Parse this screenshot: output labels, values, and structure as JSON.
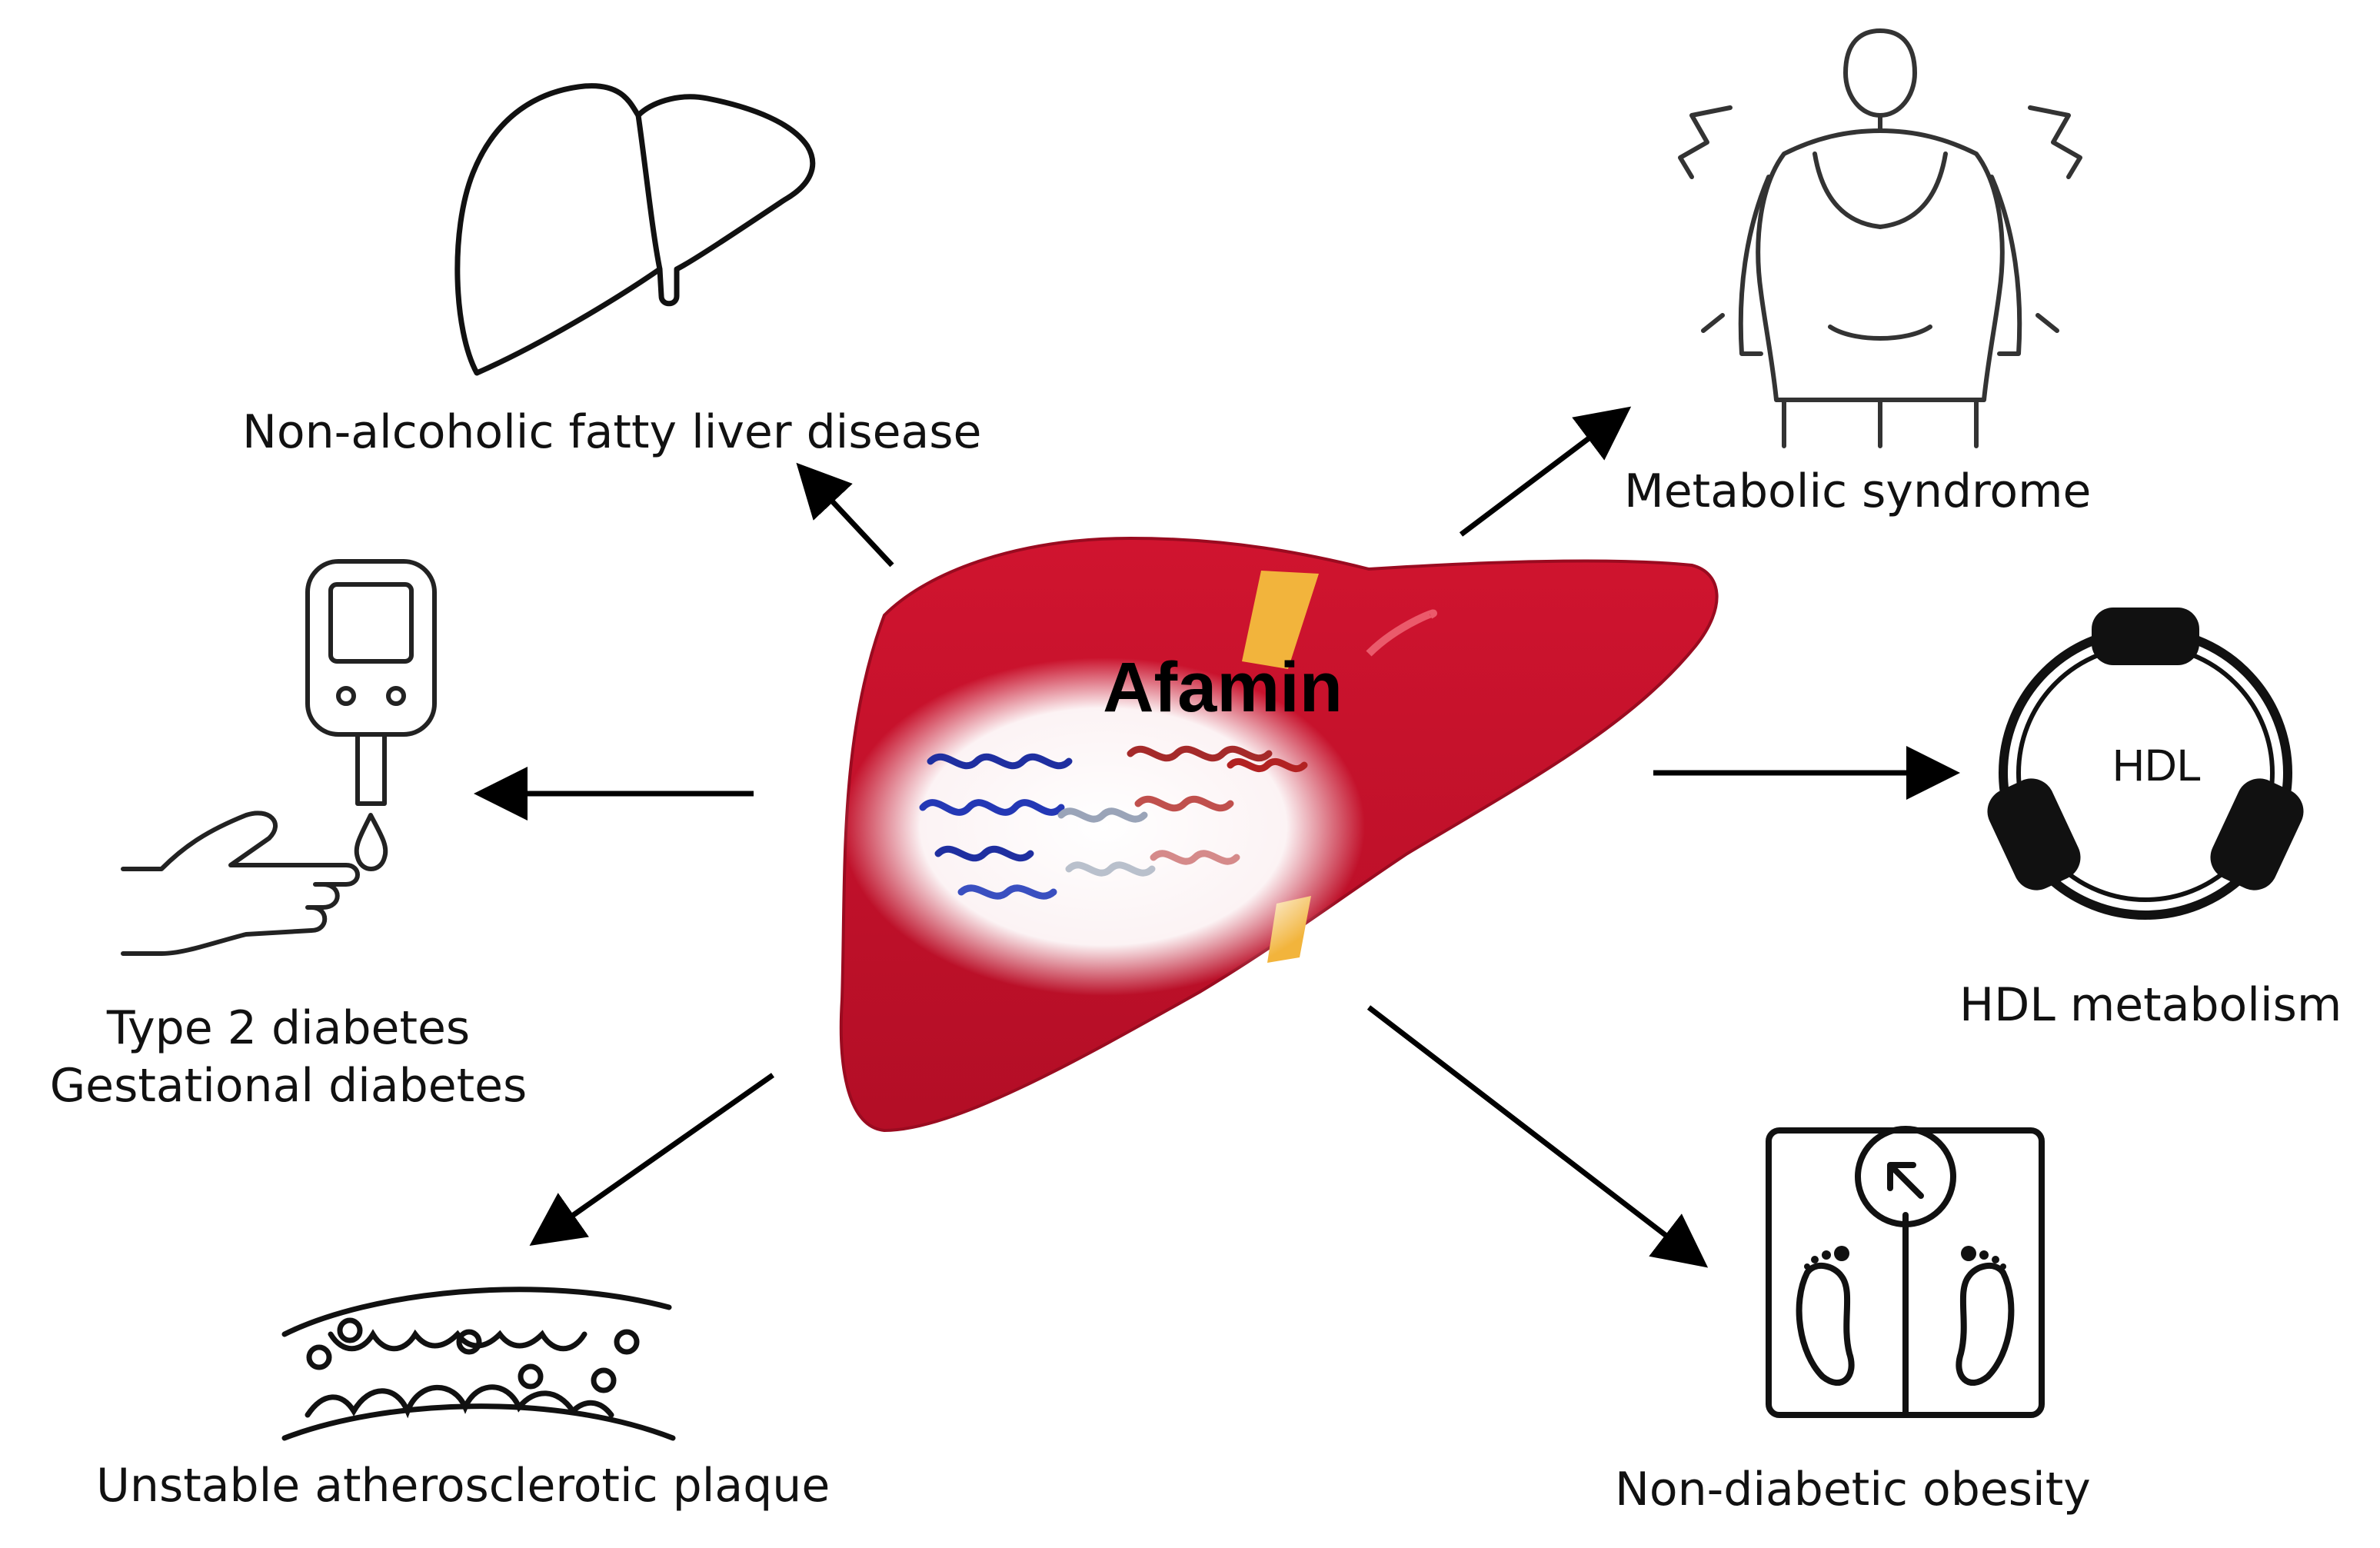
{
  "diagram": {
    "center_label": "Afamin",
    "hdl_inner_label": "HDL",
    "labels": {
      "nafld": "Non-alcoholic fatty liver disease",
      "metabolic_syndrome": "Metabolic syndrome",
      "diabetes_line1": "Type 2 diabetes",
      "diabetes_line2": "Gestational diabetes",
      "hdl_metabolism": "HDL metabolism",
      "plaque": "Unstable atherosclerotic plaque",
      "obesity": "Non-diabetic obesity"
    },
    "icons": {
      "liver_outline": "liver-outline-icon",
      "person": "obese-person-icon",
      "glucometer": "glucometer-hand-icon",
      "hdl": "hdl-particle-icon",
      "plaque": "artery-plaque-icon",
      "scale": "bathroom-scale-icon",
      "central_liver": "red-liver-illustration"
    },
    "colors": {
      "liver_red": "#c8102e",
      "liver_dark": "#a40d24",
      "ligament_orange": "#f2b43c",
      "protein_blue": "#1f2fa0",
      "protein_red": "#a52a2a",
      "ink": "#111111"
    }
  }
}
